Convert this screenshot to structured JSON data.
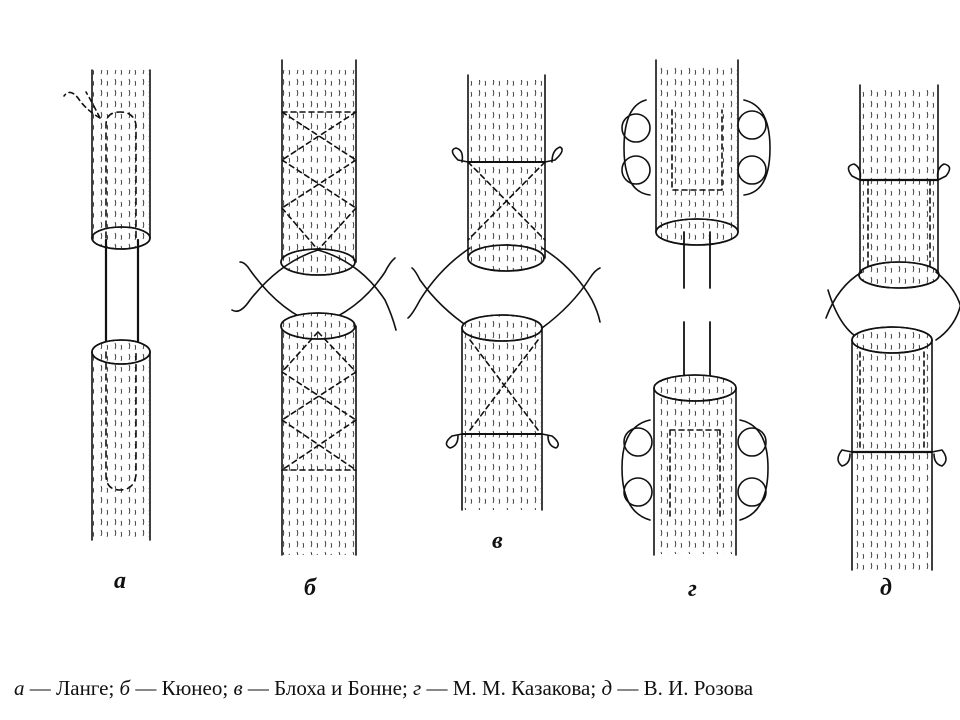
{
  "panels": [
    {
      "id": "a",
      "letter": "а"
    },
    {
      "id": "b",
      "letter": "б"
    },
    {
      "id": "v",
      "letter": "в"
    },
    {
      "id": "g",
      "letter": "г"
    },
    {
      "id": "d",
      "letter": "д"
    }
  ],
  "caption": {
    "a_key": "а",
    "a_name": "— Ланге;",
    "b_key": "б",
    "b_name": "— Кюнео;",
    "v_key": "в",
    "v_name": "— Блоха и Бонне;",
    "g_key": "г",
    "g_name": "— М. М. Казакова;",
    "d_key": "д",
    "d_name": "— В. И. Розова"
  },
  "colors": {
    "ink": "#111111",
    "paper": "#ffffff"
  }
}
